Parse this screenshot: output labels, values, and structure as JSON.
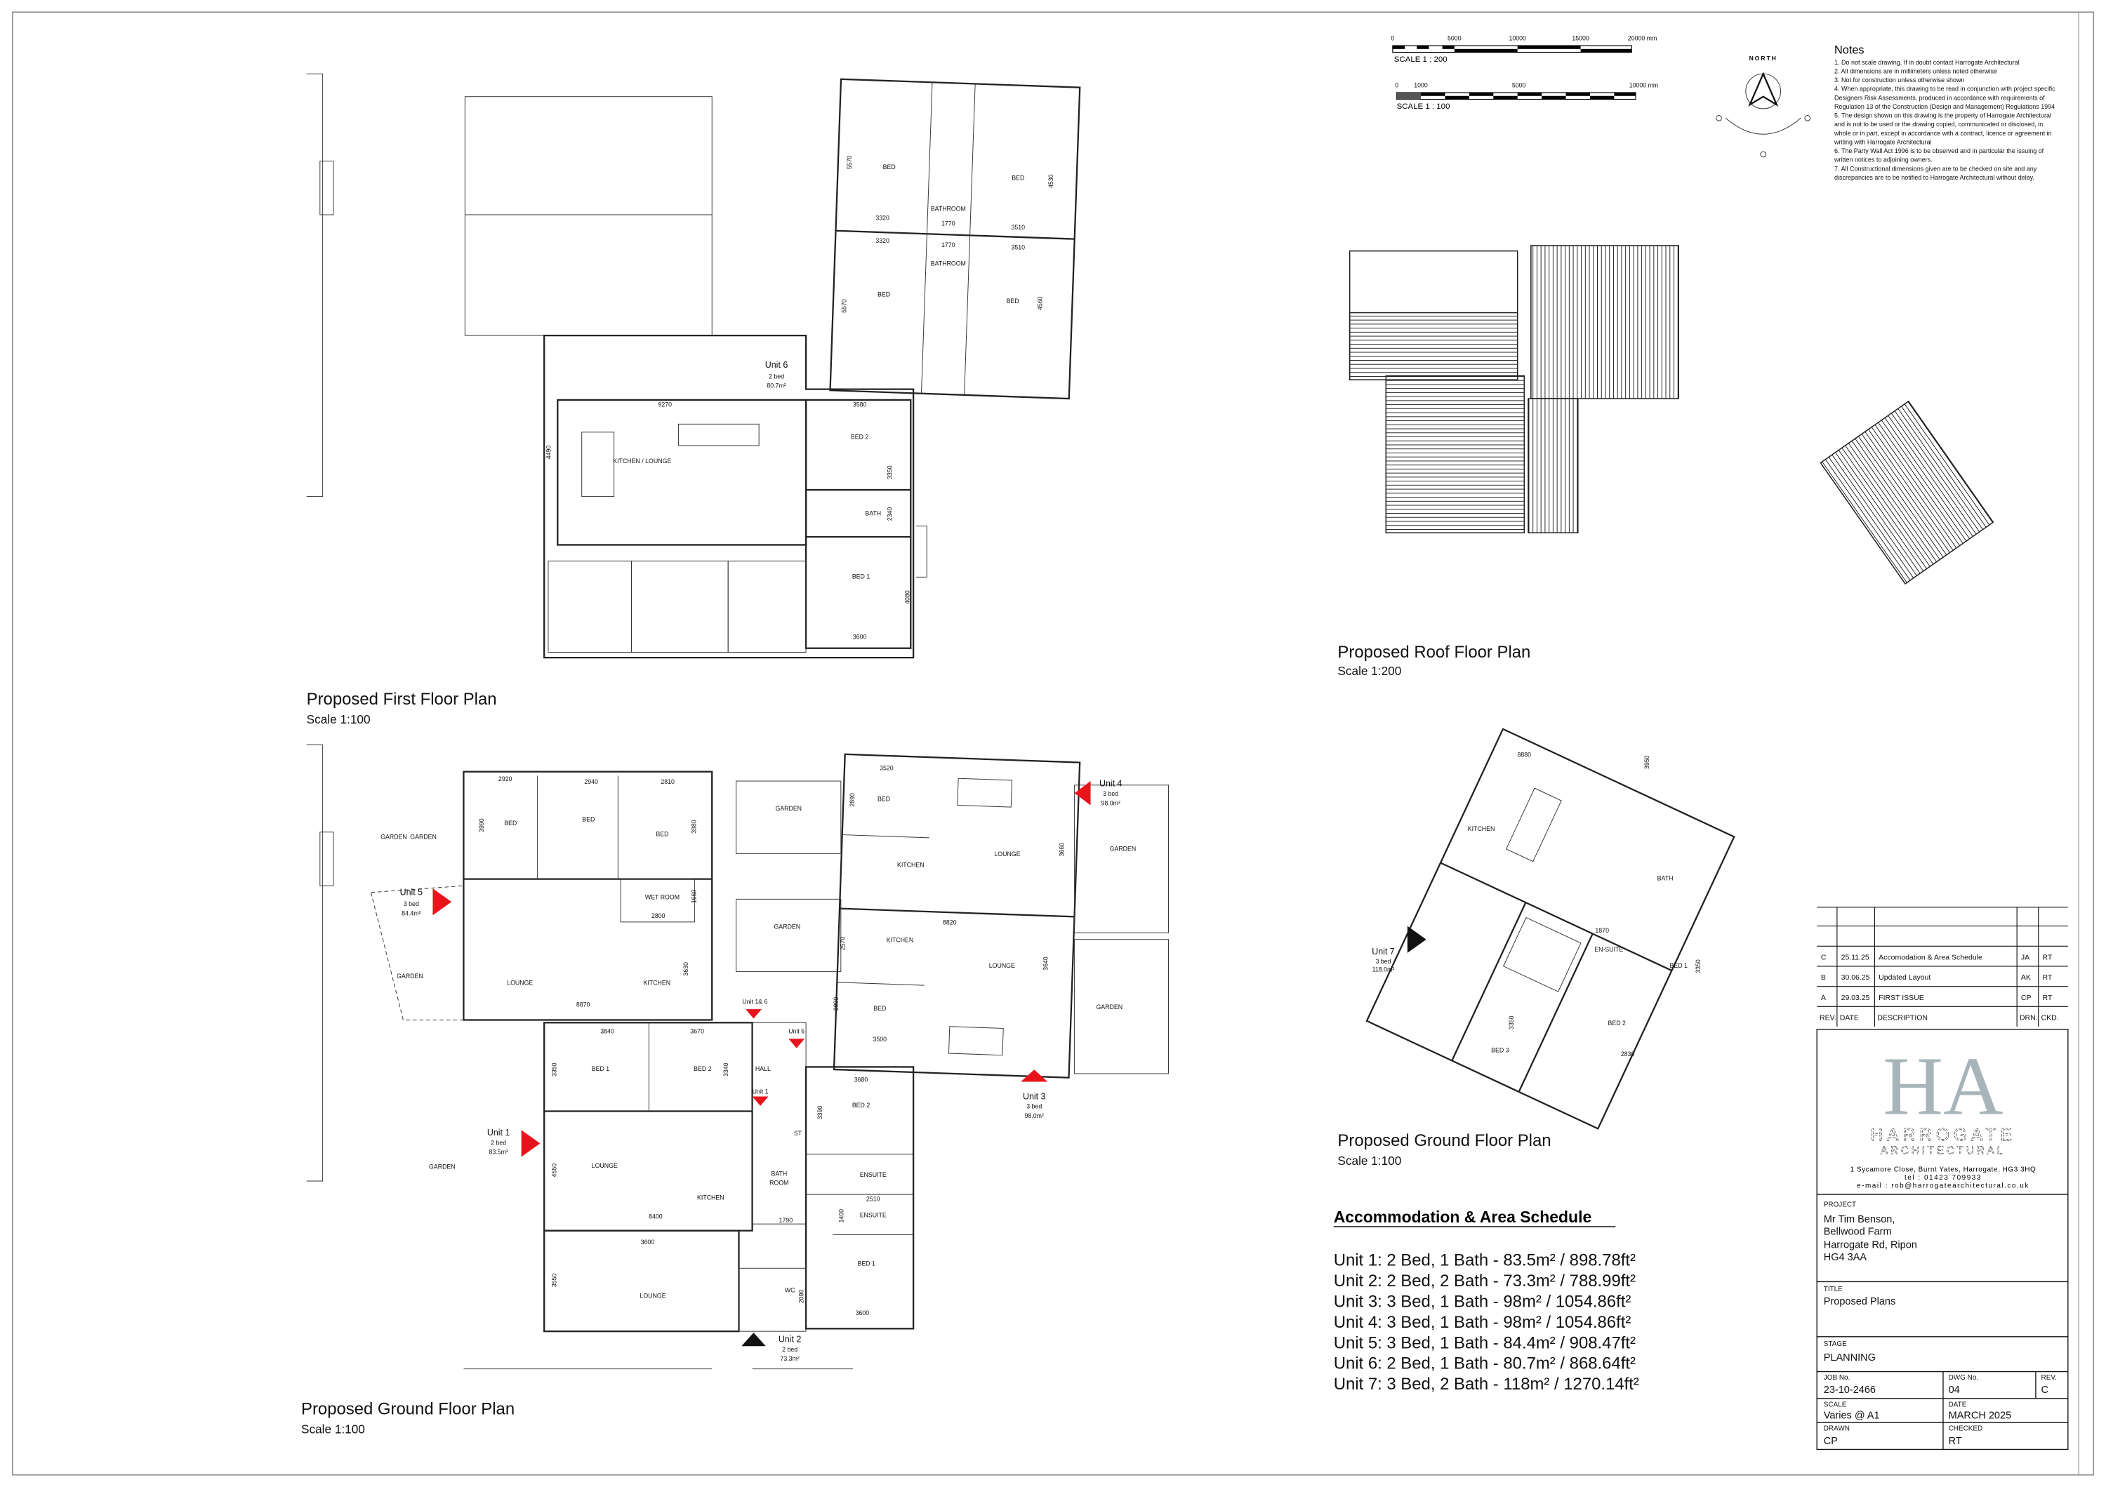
{
  "scale_bars": [
    {
      "ticks": [
        "0",
        "5000",
        "10000",
        "15000",
        "20000 mm"
      ],
      "label": "SCALE  1 : 200"
    },
    {
      "ticks": [
        "0",
        "1000",
        "5000",
        "10000 mm"
      ],
      "label": "SCALE  1 : 100"
    }
  ],
  "north_label": "NORTH",
  "notes": {
    "title": "Notes",
    "lines": [
      "1. Do not scale drawing. If in doubt contact Harrogate Architectural",
      "2. All dimensions are in millimeters unless noted otherwise",
      "3. Not for construction unless otherwise shown",
      "4. When appropriate, this drawing to be read in conjunction with project specific",
      "Designers Risk Assessments, produced in accordance with requirements of",
      "Regulation 13 of the Construction (Design and Management) Regulations 1994",
      "5. The design shown on this drawing is the property of Harrogate Architectural",
      "and is not to be used or the drawing copied, communicated or disclosed, in",
      "whole or in part, except in accordance with a contract, licence or agreement in",
      "writing with Harrogate Architectural",
      "6. The Party Wall Act 1996 is to be observed and in particular the issuing of",
      "written notices to adjoining owners.",
      "7. All Constructional dimensions given are to be checked on site and any",
      "discrepancies are to be notified to Harrogate Architectural without delay."
    ]
  },
  "plans": {
    "first_floor": {
      "title": "Proposed First Floor Plan",
      "scale": "Scale 1:100",
      "labels": [
        "Unit 6",
        "2 bed",
        "80.7m²",
        "9270",
        "4490",
        "KITCHEN / LOUNGE",
        "3580",
        "BED 2",
        "3350",
        "BATH",
        "2340",
        "BED 1",
        "4080",
        "3600",
        "BED",
        "BED",
        "BATHROOM",
        "3320",
        "1770",
        "3510",
        "5570",
        "4530",
        "3320",
        "1770",
        "3510",
        "BED",
        "BATHROOM",
        "BED",
        "5570",
        "4560"
      ]
    },
    "roof": {
      "title": "Proposed Roof Floor Plan",
      "scale": "Scale 1:200"
    },
    "unit7_ground": {
      "title": "Proposed Ground Floor Plan",
      "scale": "Scale 1:100",
      "labels": [
        "8880",
        "3950",
        "KITCHEN",
        "BATH",
        "1870",
        "EN-SUITE",
        "BED 1",
        "3350",
        "BED 3",
        "3350",
        "BED 2",
        "2830",
        "Unit 7",
        "3 bed",
        "118.0m²"
      ]
    },
    "ground_floor": {
      "title": "Proposed Ground Floor Plan",
      "scale": "Scale 1:100",
      "labels": [
        "2920",
        "2940",
        "2810",
        "BED",
        "BED",
        "BED",
        "3990",
        "3980",
        "GARDEN",
        "GARDEN",
        "Unit 5",
        "3 bed",
        "84.4m²",
        "WET ROOM",
        "1660",
        "2800",
        "GARDEN",
        "LOUNGE",
        "KITCHEN",
        "3630",
        "8870",
        "3840",
        "3670",
        "BED 1",
        "BED 2",
        "3350",
        "3340",
        "HALL",
        "Unit 1& 6",
        "Unit 6",
        "Unit 1",
        "Unit 1",
        "2 bed",
        "83.5m²",
        "LOUNGE",
        "KITCHEN",
        "4550",
        "8400",
        "BATH",
        "ROOM",
        "1790",
        "ST",
        "GARDEN",
        "3600",
        "LOUNGE",
        "3550",
        "WC",
        "2090",
        "Unit 2",
        "2 bed",
        "73.3m²",
        "3680",
        "BED 2",
        "3390",
        "ENSUITE",
        "2510",
        "ENSUITE",
        "1400",
        "BED 1",
        "3600",
        "3520",
        "BED",
        "2890",
        "LOUNGE",
        "3660",
        "KITCHEN",
        "Unit 4",
        "3 bed",
        "98.0m²",
        "GARDEN",
        "GARDEN",
        "GARDEN",
        "GARDEN",
        "8820",
        "KITCHEN",
        "LOUNGE",
        "3640",
        "2570",
        "BED",
        "2900",
        "3500",
        "Unit 3",
        "3 bed",
        "98.0m²"
      ]
    }
  },
  "schedule": {
    "title": "Accommodation & Area Schedule",
    "rows": [
      "Unit 1: 2 Bed, 1 Bath - 83.5m² / 898.78ft²",
      "Unit 2: 2 Bed, 2 Bath - 73.3m² / 788.99ft²",
      "Unit 3: 3 Bed, 1 Bath - 98m² / 1054.86ft²",
      "Unit 4: 3 Bed, 1 Bath - 98m² / 1054.86ft²",
      "Unit 5: 3 Bed, 1 Bath - 84.4m² / 908.47ft²",
      "Unit 6: 2 Bed, 1 Bath - 80.7m² / 868.64ft²",
      "Unit 7: 3 Bed, 2 Bath - 118m² / 1270.14ft²"
    ]
  },
  "revisions": {
    "headers": [
      "REV.",
      "DATE",
      "DESCRIPTION",
      "DRN.",
      "CKD."
    ],
    "rows": [
      [
        "C",
        "25.11.25",
        "Accomodation & Area Schedule",
        "JA",
        "RT"
      ],
      [
        "B",
        "30.06.25",
        "Updated Layout",
        "AK",
        "RT"
      ],
      [
        "A",
        "29.03.25",
        "FIRST ISSUE",
        "CP",
        "RT"
      ]
    ]
  },
  "company": {
    "logo_text": "HA",
    "name": "HARROGATE",
    "sub": "ARCHITECTURAL",
    "address": "1 Sycamore Close, Burnt Yates, Harrogate, HG3 3HQ",
    "tel": "tel :  01423 709933",
    "email": "e-mail : rob@harrogatearchitectural.co.uk",
    "logo_color": "#a7b4ba"
  },
  "title_block": {
    "project_label": "PROJECT",
    "project_lines": [
      "Mr Tim Benson,",
      "Bellwood Farm",
      "Harrogate Rd, Ripon",
      "HG4 3AA"
    ],
    "title_label": "TITLE",
    "title": "Proposed Plans",
    "stage_label": "STAGE",
    "stage": "PLANNING",
    "job_label": "JOB No.",
    "job": "23-10-2466",
    "dwg_label": "DWG No.",
    "dwg": "04",
    "rev_label": "REV.",
    "rev": "C",
    "scale_label": "SCALE",
    "scale": "Varies @ A1",
    "date_label": "DATE",
    "date": "MARCH 2025",
    "drawn_label": "DRAWN",
    "drawn": "CP",
    "checked_label": "CHECKED",
    "checked": "RT"
  },
  "colors": {
    "unit_marker": "#e8141c",
    "entrance_marker": "#111111"
  }
}
